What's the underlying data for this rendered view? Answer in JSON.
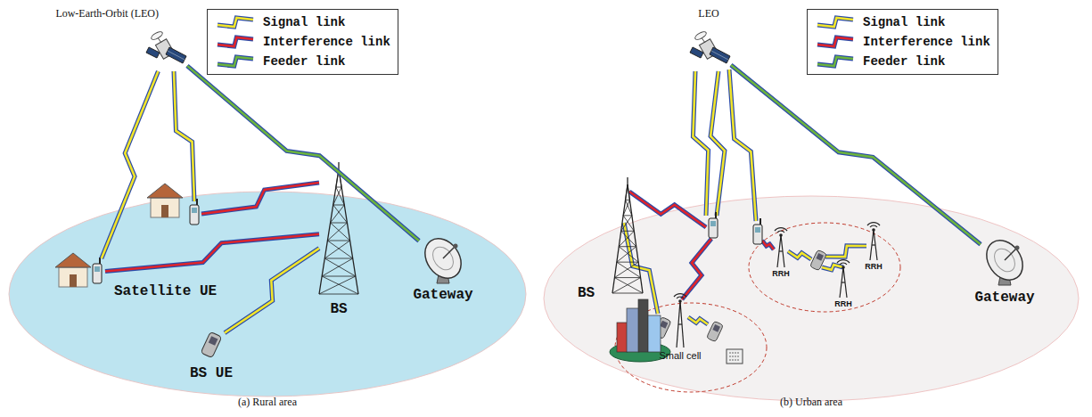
{
  "diagram": {
    "nodes": [
      {
        "text": [
          "Low-Earth-Orbit (LEO)"
        ]
      },
      {
        "text": [
          "Satellite UE"
        ]
      },
      {
        "text": [
          "BS"
        ]
      },
      {
        "text": [
          "BS UE"
        ]
      },
      {
        "text": [
          "Gateway"
        ]
      },
      {
        "text": [
          "LEO"
        ]
      },
      {
        "text": [
          "BS"
        ]
      },
      {
        "text": [
          "Small cell"
        ]
      },
      {
        "text": [
          "RRH"
        ]
      },
      {
        "text": [
          "RRH"
        ]
      },
      {
        "text": [
          "RRH"
        ]
      },
      {
        "text": [
          "Gateway"
        ]
      }
    ],
    "edges": [
      {
        "from": 0,
        "to": 1,
        "arrow": "none"
      },
      {
        "from": 0,
        "to": 4,
        "arrow": "none"
      },
      {
        "from": 2,
        "to": 1,
        "arrow": "none"
      },
      {
        "from": 2,
        "to": 3,
        "arrow": "none"
      },
      {
        "from": 5,
        "to": 11,
        "arrow": "none"
      }
    ],
    "labels": [
      "(a) Rural area",
      "(b) Urban area"
    ],
    "legend": [
      {
        "text": "Signal link"
      },
      {
        "text": "Interference link"
      },
      {
        "text": "Feeder link"
      },
      {
        "text": "Signal link"
      },
      {
        "text": "Interference link"
      },
      {
        "text": "Feeder link"
      }
    ]
  }
}
